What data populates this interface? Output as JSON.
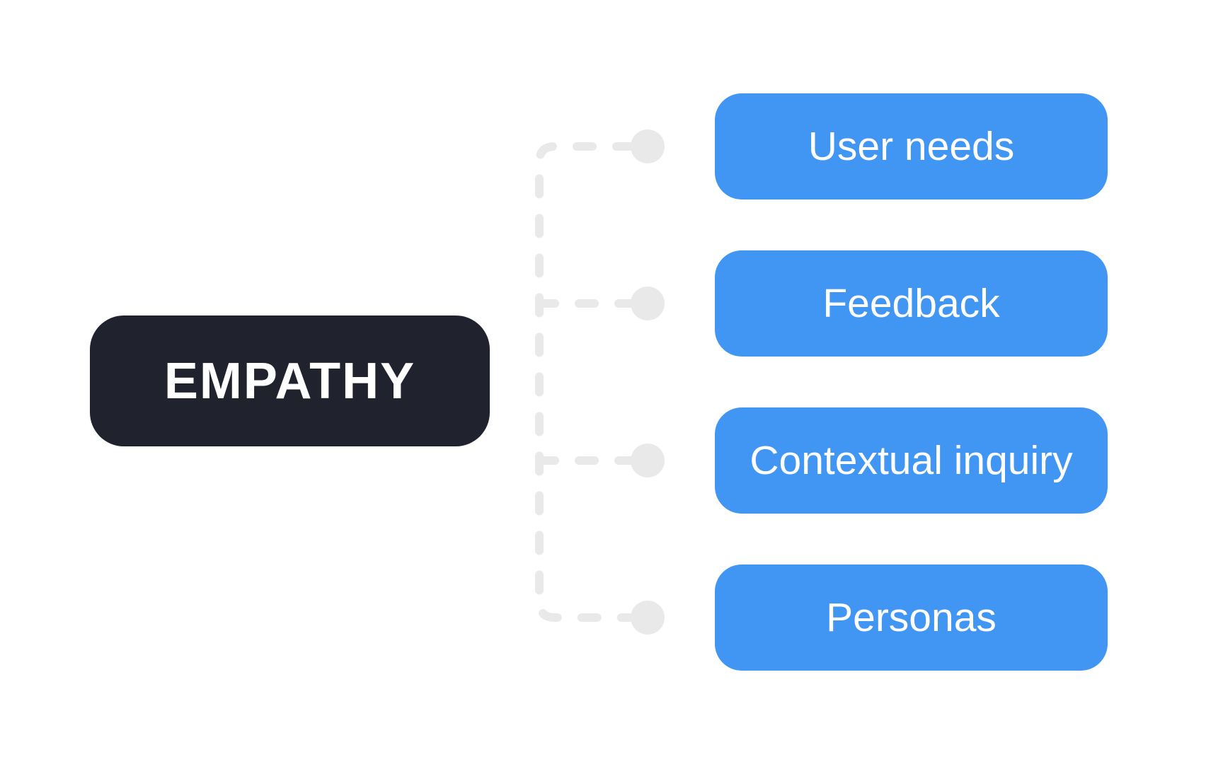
{
  "diagram": {
    "type": "mindmap",
    "center_node": {
      "label": "EMPATHY"
    },
    "branch_nodes": [
      {
        "label": "User needs"
      },
      {
        "label": "Feedback"
      },
      {
        "label": "Contextual inquiry"
      },
      {
        "label": "Personas"
      }
    ],
    "colors": {
      "background": "#FFFFFF",
      "center_bg": "#20222D",
      "branch_bg": "#4196F4",
      "connector": "#E9E9E9",
      "node_text": "#FFFFFF"
    }
  }
}
